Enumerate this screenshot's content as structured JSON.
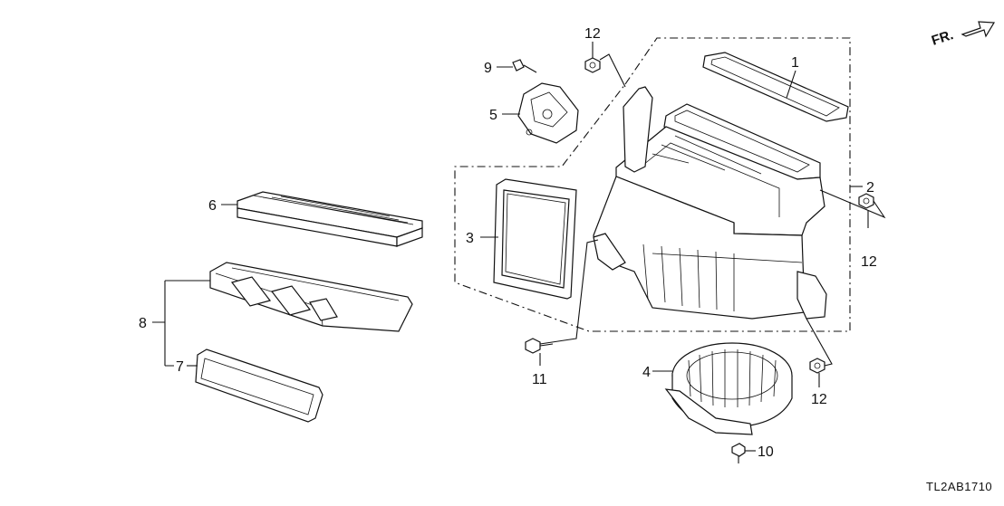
{
  "diagram": {
    "code": "TL2AB1710",
    "direction": "FR.",
    "callouts": [
      "1",
      "2",
      "3",
      "4",
      "5",
      "6",
      "7",
      "8",
      "9",
      "10",
      "11",
      "12"
    ]
  }
}
